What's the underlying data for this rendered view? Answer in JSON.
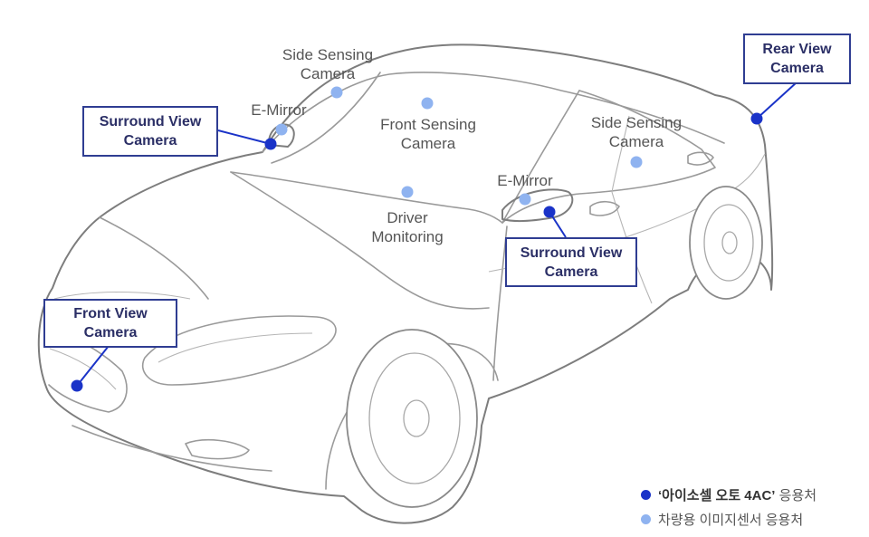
{
  "colors": {
    "primary_marker": "#1a33c8",
    "secondary_marker": "#8fb3f0",
    "box_border": "#2f3d92",
    "label_text": "#555555"
  },
  "plain_labels": {
    "side_sensing_roof_l1": "Side Sensing",
    "side_sensing_roof_l2": "Camera",
    "emirror_left": "E-Mirror",
    "front_sensing_l1": "Front Sensing",
    "front_sensing_l2": "Camera",
    "side_sensing_door_l1": "Side Sensing",
    "side_sensing_door_l2": "Camera",
    "emirror_right": "E-Mirror",
    "driver_l1": "Driver",
    "driver_l2": "Monitoring"
  },
  "boxed_labels": {
    "rear_view_l1": "Rear View",
    "rear_view_l2": "Camera",
    "surround_left_l1": "Surround View",
    "surround_left_l2": "Camera",
    "surround_right_l1": "Surround View",
    "surround_right_l2": "Camera",
    "front_view_l1": "Front View",
    "front_view_l2": "Camera"
  },
  "legend": {
    "item1_bold": "‘아이소셀 오토 4AC’",
    "item1_suffix": " 응용처",
    "item2": "차량용 이미지센서 응용처"
  }
}
